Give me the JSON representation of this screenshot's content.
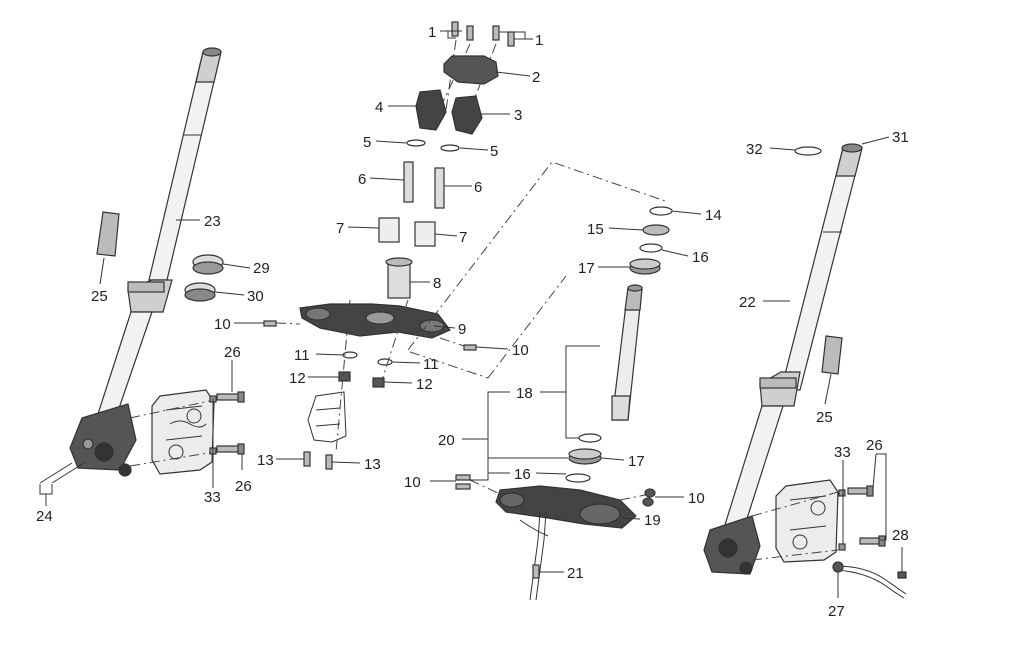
{
  "callouts": {
    "c1a": "1",
    "c1b": "1",
    "c2": "2",
    "c3": "3",
    "c4": "4",
    "c5a": "5",
    "c5b": "5",
    "c6a": "6",
    "c6b": "6",
    "c7a": "7",
    "c7b": "7",
    "c8": "8",
    "c9": "9",
    "c10a": "10",
    "c10b": "10",
    "c10c": "10",
    "c10d": "10",
    "c11a": "11",
    "c11b": "11",
    "c12a": "12",
    "c12b": "12",
    "c13a": "13",
    "c13b": "13",
    "c14": "14",
    "c15": "15",
    "c16a": "16",
    "c16b": "16",
    "c17a": "17",
    "c17b": "17",
    "c18": "18",
    "c19": "19",
    "c20": "20",
    "c21": "21",
    "c22": "22",
    "c23": "23",
    "c24": "24",
    "c25a": "25",
    "c25b": "25",
    "c26a": "26",
    "c26b": "26",
    "c26c": "26",
    "c27": "27",
    "c28": "28",
    "c29": "29",
    "c30": "30",
    "c31": "31",
    "c32": "32",
    "c33a": "33",
    "c33b": "33"
  },
  "colors": {
    "line": "#333333",
    "part_light": "#eeeeee",
    "part_mid": "#bdbdbd",
    "part_dark": "#555555",
    "part_black": "#1e1e1e"
  }
}
